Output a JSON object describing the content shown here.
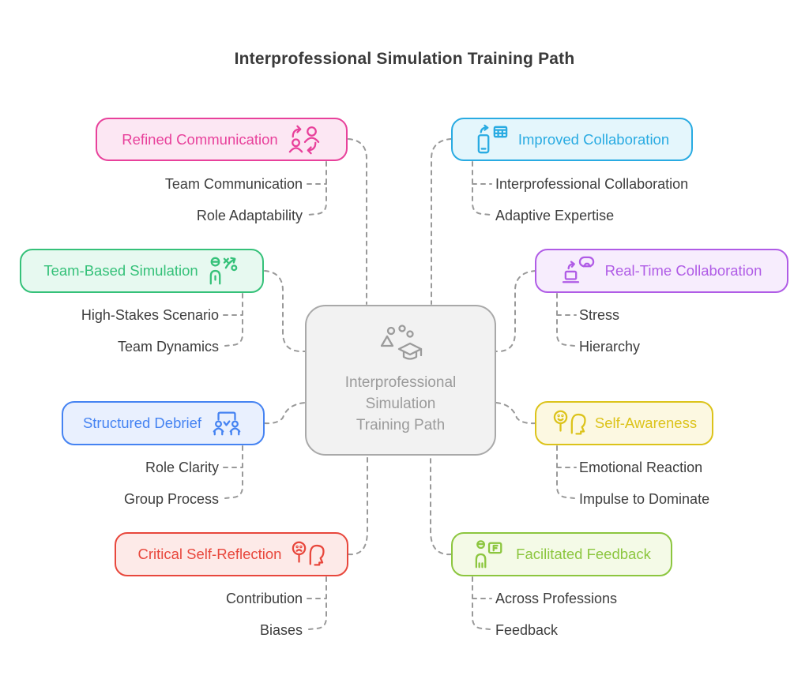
{
  "title": {
    "text": "Interprofessional Simulation Training Path",
    "color": "#3a3a3a"
  },
  "colors": {
    "connector": "#999999",
    "subtopic_text": "#3d3d3d",
    "background": "#ffffff"
  },
  "center": {
    "lines": [
      "Interprofessional",
      "Simulation",
      "Training Path"
    ],
    "icon": "graduation-cap-scatter-icon",
    "border_color": "#a9a9a9",
    "bg_color": "#f2f2f2",
    "text_color": "#9b9b9b"
  },
  "nodes": [
    {
      "label": "Refined Communication",
      "icon": "people-swap-icon",
      "color": "#e8419b",
      "bg": "#fce7f3",
      "children": [
        "Team Communication",
        "Role Adaptability"
      ]
    },
    {
      "label": "Improved Collaboration",
      "icon": "phone-spreadsheet-sync-icon",
      "color": "#29abe2",
      "bg": "#e4f6fc",
      "children": [
        "Interprofessional Collaboration",
        "Adaptive Expertise"
      ]
    },
    {
      "label": "Team-Based Simulation",
      "icon": "person-strategy-icon",
      "color": "#35c179",
      "bg": "#e7f9f0",
      "children": [
        "High-Stakes Scenario",
        "Team Dynamics"
      ]
    },
    {
      "label": "Real-Time Collaboration",
      "icon": "vr-headset-laptop-icon",
      "color": "#b05ce6",
      "bg": "#f7edfd",
      "children": [
        "Stress",
        "Hierarchy"
      ]
    },
    {
      "label": "Structured Debrief",
      "icon": "meeting-table-icon",
      "color": "#4583f2",
      "bg": "#e9f0fe",
      "children": [
        "Role Clarity",
        "Group Process"
      ]
    },
    {
      "label": "Self-Awareness",
      "icon": "smiley-mirror-head-icon",
      "color": "#dcc31a",
      "bg": "#fcf8e1",
      "children": [
        "Emotional Reaction",
        "Impulse to Dominate"
      ]
    },
    {
      "label": "Critical Self-Reflection",
      "icon": "sad-face-head-icon",
      "color": "#e8473c",
      "bg": "#fdeae8",
      "children": [
        "Contribution",
        "Biases"
      ]
    },
    {
      "label": "Facilitated Feedback",
      "icon": "presenter-board-icon",
      "color": "#8cc63f",
      "bg": "#f4fae7",
      "children": [
        "Across Professions",
        "Feedback"
      ]
    }
  ]
}
